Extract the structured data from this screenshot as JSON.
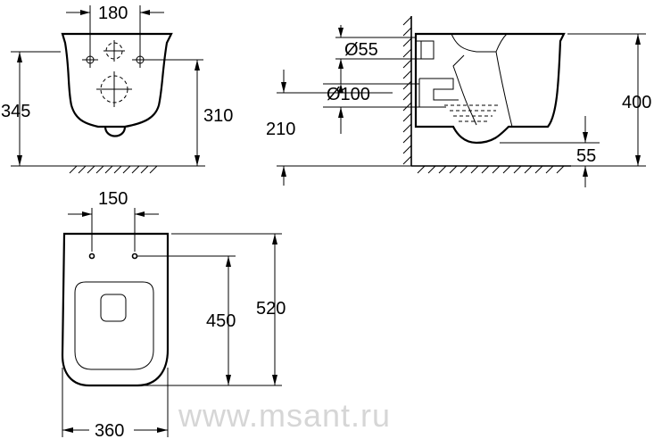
{
  "dimensions": {
    "front_hole_spacing": "180",
    "front_total_height": "345",
    "front_fixing_height": "310",
    "side_inlet_diameter": "Ø55",
    "side_outlet_diameter": "Ø100",
    "side_outlet_height": "210",
    "side_total_height": "400",
    "side_floor_gap": "55",
    "top_hole_spacing": "150",
    "top_hole_to_front": "450",
    "top_total_length": "520",
    "top_width": "360"
  },
  "watermark": "www.msant.ru"
}
